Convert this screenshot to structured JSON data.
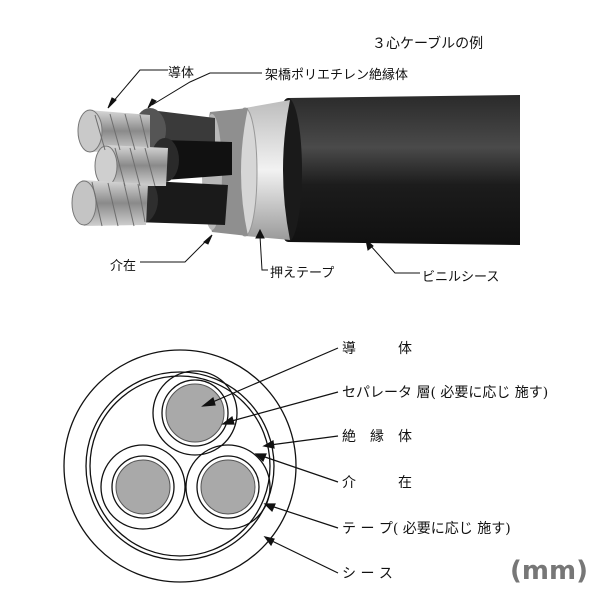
{
  "title": "３心ケーブルの例",
  "photo_labels": {
    "conductor": "導体",
    "insulation": "架橋ポリエチレン絶縁体",
    "filler": "介在",
    "binding_tape": "押えテープ",
    "sheath": "ビニルシース"
  },
  "section_labels": {
    "conductor": "導　　　体",
    "separator": "セパレータ 層( 必要に応じ 施す)",
    "insulation": "絶　縁　体",
    "filler": "介　　　在",
    "tape": "テ ー プ( 必要に応じ 施す)",
    "sheath": "シ ー ス"
  },
  "unit": "(mm)"
}
